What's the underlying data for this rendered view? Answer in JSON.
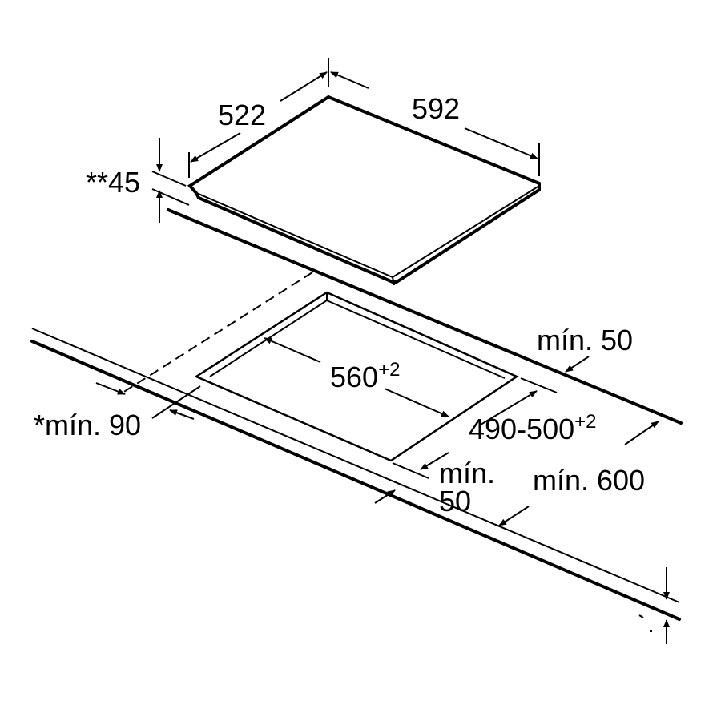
{
  "diagram": {
    "hob_depth": "522",
    "hob_width": "592",
    "hob_height": "**45",
    "cutout_width": "560",
    "cutout_width_tolerance": "+2",
    "cutout_depth": "490-500",
    "cutout_depth_tolerance": "+2",
    "back_clearance": "mín. 50",
    "side_clearance": "*mín. 90",
    "front_clearance_line1": "mín.",
    "front_clearance_line2": "50",
    "worktop_depth": "mín. 600"
  }
}
